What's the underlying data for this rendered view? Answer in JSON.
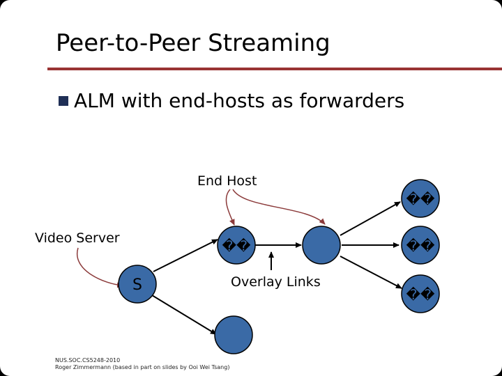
{
  "slide": {
    "title": "Peer-to-Peer Streaming",
    "bullet": "ALM with end-hosts as forwarders",
    "labels": {
      "end_host": "End Host",
      "video_server": "Video Server",
      "overlay_links": "Overlay Links"
    },
    "nodes": {
      "source": "S",
      "host_top_right": "��",
      "host_middle": "��",
      "host_right": "��",
      "host_bottom_right": "��"
    },
    "footer": {
      "line1": "NUS.SOC.CS5248-2010",
      "line2": "Roger Zimmermann (based in part on slides by Ooi Wei Tsang)"
    }
  },
  "colors": {
    "rule": "#993333",
    "node_fill": "#3a6aa6",
    "node_stroke": "#000000",
    "link": "#000000",
    "callout": "#8b3a3a"
  }
}
